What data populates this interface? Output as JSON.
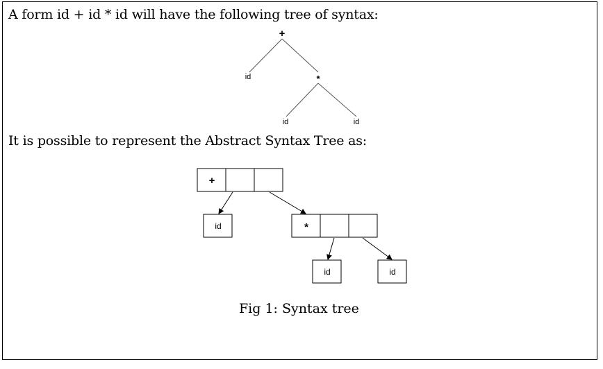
{
  "texts": {
    "intro": "A form id + id * id will have the following tree of syntax:",
    "ast_intro": "It is possible to represent the Abstract Syntax Tree as:",
    "caption": "Fig 1: Syntax tree"
  },
  "parse_tree": {
    "root": "+",
    "left_leaf": "id",
    "mul": "*",
    "mul_left": "id",
    "mul_right": "id"
  },
  "ast": {
    "root_op": "+",
    "root_left": "id",
    "mul_op": "*",
    "mul_left": "id",
    "mul_right": "id"
  }
}
